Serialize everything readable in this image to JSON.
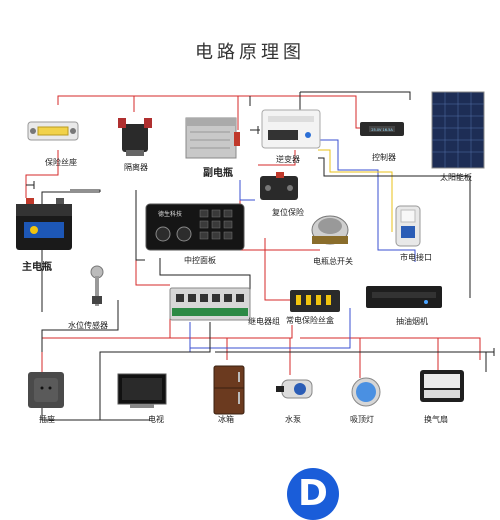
{
  "title": "电路原理图",
  "labels": {
    "fuse_holder": "保险丝座",
    "isolator": "隔离器",
    "aux_battery": "副电瓶",
    "inverter": "逆变器",
    "controller": "控制器",
    "solar_panel": "太阳能板",
    "main_battery": "主电瓶",
    "reset_fuse": "复位保险",
    "control_panel": "中控面板",
    "battery_switch": "电瓶总开关",
    "mains_inlet": "市电接口",
    "water_sensor": "水位传感器",
    "relay_group": "继电器组",
    "fuse_box": "常电保险丝盒",
    "range_hood": "抽油烟机",
    "socket": "插座",
    "tv": "电视",
    "fridge": "冰箱",
    "water_pump": "水泵",
    "ceiling_light": "吸顶灯",
    "vent_fan": "换气扇"
  },
  "panel_brand": "德生科技",
  "controller_display": "25.0V 16.5A",
  "logo_letter": "D",
  "colors": {
    "red_wire": "#d62a2a",
    "blue_wire": "#3a4fd0",
    "black_wire": "#222222",
    "yellow_wire": "#e8c21a",
    "logo_blue": "#1a5dd9"
  }
}
